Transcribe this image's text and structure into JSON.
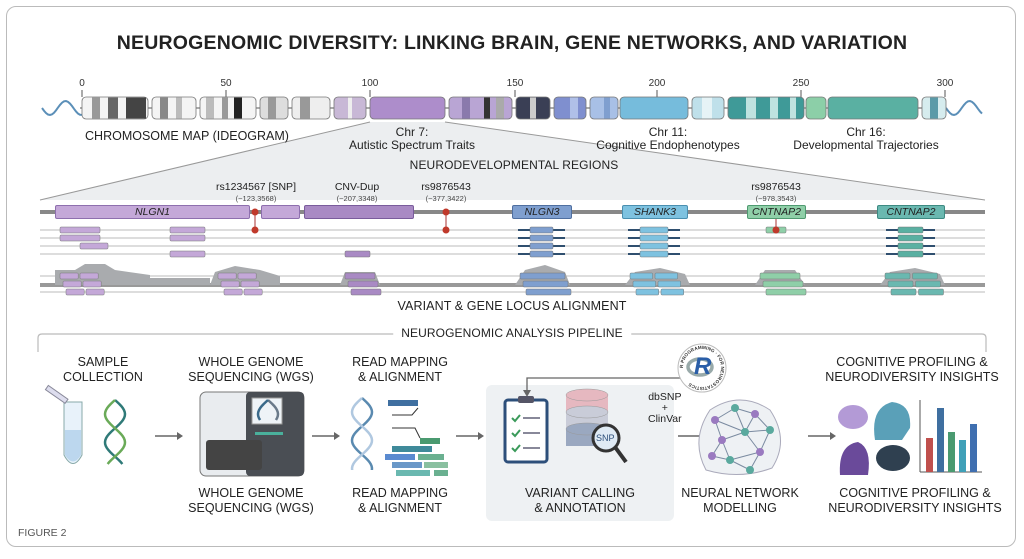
{
  "title": "NEUROGENOMIC DIVERSITY: LINKING BRAIN, GENE NETWORKS, AND VARIATION",
  "ideogram": {
    "ticks": [
      "0",
      "50",
      "100",
      "150",
      "200",
      "250",
      "300"
    ],
    "map_label": "CHROMOSOME MAP (IDEOGRAM)",
    "regions": [
      {
        "name": "Chr 7:",
        "desc": "Autistic Spectrum Traits",
        "color": "#a98ac4"
      },
      {
        "name": "Chr 11:",
        "desc": "Cognitive Endophenotypes",
        "color": "#6fb3d6"
      },
      {
        "name": "Chr 16:",
        "desc": "Developmental Trajectories",
        "color": "#5aa99e"
      }
    ]
  },
  "zoom_label": "NEURODEVELOPMENTAL REGIONS",
  "variants": [
    {
      "id": "rs1234567 [SNP]",
      "pos": "(~123,3568)"
    },
    {
      "id": "CNV-Dup",
      "pos": "(~207,3348)"
    },
    {
      "id": "rs9876543",
      "pos": "(~377,3422)"
    },
    {
      "id": "rs9876543",
      "pos": "(~978,3543)"
    }
  ],
  "genes": [
    {
      "name": "NLGN1",
      "color": "#c4a8d8"
    },
    {
      "name": "NLGN3",
      "color": "#7f9fcf"
    },
    {
      "name": "SHANK3",
      "color": "#7ec2e0"
    },
    {
      "name": "CNTNAP2",
      "color": "#8fcfa8"
    },
    {
      "name": "CNTNAP2",
      "color": "#6ab8b0"
    }
  ],
  "alignment_label": "VARIANT & GENE LOCUS ALIGNMENT",
  "pipeline": {
    "header": "NEUROGENOMIC ANALYSIS PIPELINE",
    "r_badge": {
      "letter": "R",
      "ring_text": "R PROGRAMMING · FOR NEUROSTATISTICS"
    },
    "db_label_1": "dbSNP",
    "db_plus": "+",
    "db_label_2": "ClinVar",
    "snp_lens": "SNP",
    "steps_top": [
      {
        "l1": "SAMPLE",
        "l2": "COLLECTION"
      },
      {
        "l1": "WHOLE GENOME",
        "l2": "SEQUENCING (WGS)"
      },
      {
        "l1": "READ MAPPING",
        "l2": "& ALIGNMENT"
      },
      {
        "l1": "COGNITIVE PROFILING &",
        "l2": "NEURODIVERSITY INSIGHTS"
      }
    ],
    "steps_bottom": [
      {
        "l1": "WHOLE GENOME",
        "l2": "SEQUENCING (WGS)"
      },
      {
        "l1": "READ MAPPING",
        "l2": "& ALIGNMENT"
      },
      {
        "l1": "VARIANT CALLING",
        "l2": "& ANNOTATION"
      },
      {
        "l1": "NEURAL NETWORK",
        "l2": "MODELLING"
      },
      {
        "l1": "COGNITIVE PROFILING &",
        "l2": "NEURODIVERSITY INSIGHTS"
      }
    ]
  },
  "figure_label": "FIGURE 2"
}
